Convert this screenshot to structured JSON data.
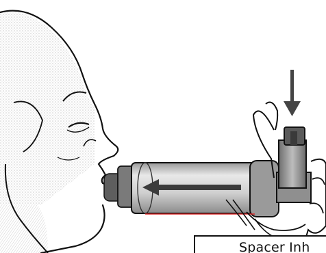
{
  "figure": {
    "caption": "Spacer  Inh",
    "elements": [
      "child-face",
      "spacer-chamber",
      "metered-dose-inhaler",
      "hand",
      "press-arrow",
      "flow-arrow"
    ]
  },
  "colors": {
    "ink": "#111111",
    "shade": "#8a8a8a",
    "chamber_fill": "#d8d8d8",
    "background": "#ffffff"
  }
}
